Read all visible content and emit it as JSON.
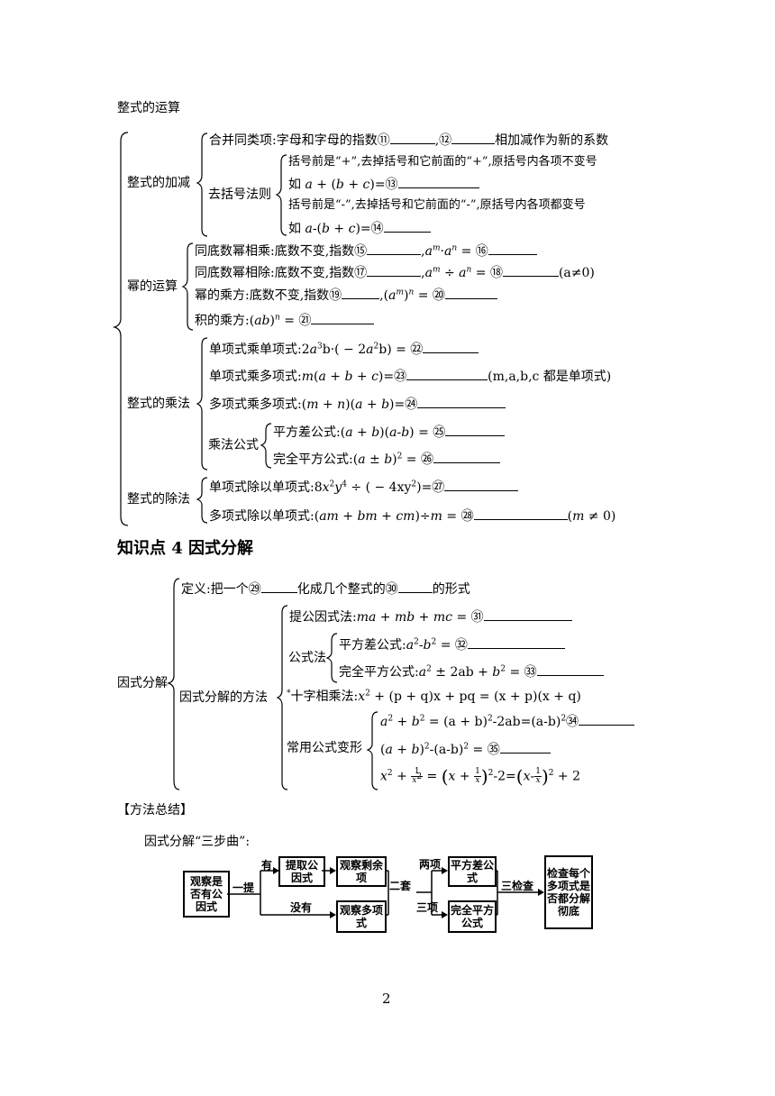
{
  "title": "整式的运算",
  "s1": {
    "add": {
      "label": "整式的加减",
      "r1": "合并同类项:字母和字母的指数⑪",
      "r1b": ",⑫",
      "r1c": "相加减作为新的系数",
      "bracket": "去括号法则",
      "b1": "括号前是“+”,去掉括号和它前面的“+”,原括号内各项不变号",
      "b2a": "如 ",
      "b3": "括号前是“-”,去掉括号和它前面的“-”,原括号内各项都变号",
      "b4a": "如 "
    },
    "pow": {
      "label": "幂的运算",
      "r1": "同底数幂相乘:底数不变,指数⑮",
      "r2": "同底数幂相除:底数不变,指数⑰",
      "r2end": "(a≠0)",
      "r3": "幂的乘方:底数不变,指数⑲",
      "r4": "积的乘方:"
    },
    "mul": {
      "label": "整式的乘法",
      "r1": "单项式乘单项式:",
      "r2": "单项式乘多项式:",
      "r2end": "(m,a,b,c 都是单项式)",
      "r3": "多项式乘多项式:",
      "sub": "乘法公式",
      "s1": "平方差公式:",
      "s2": "完全平方公式:"
    },
    "div": {
      "label": "整式的除法",
      "r1": "单项式除以单项式:",
      "r2": "多项式除以单项式:"
    }
  },
  "heading": "知识点 4  因式分解",
  "s2": {
    "label": "因式分解",
    "def_a": "定义:把一个㉙",
    "def_b": "化成几个整式的㉚",
    "def_c": "的形式",
    "methods": "因式分解的方法",
    "m1": "提公因式法:",
    "m2": "公式法",
    "m2a": "平方差公式:",
    "m2b": "完全平方公式:",
    "m3": "十字相乘法:",
    "m4": "常用公式变形"
  },
  "method_title": "【方法总结】",
  "three_steps": "因式分解“三步曲”:",
  "flow": {
    "b1": "观察是否有公因式",
    "b2": "提取公因式",
    "b3": "观察剩余项",
    "b4": "观察多项式",
    "b5": "平方差公式",
    "b6": "完全平方公式",
    "b7": "检查每个多项式是否都分解彻底",
    "l_you": "有",
    "l_yiti": "一提",
    "l_meiyou": "没有",
    "l_ertao": "二套",
    "l_liangxiang": "两项",
    "l_sanxiang": "三项",
    "l_sanjiancha": "三检查"
  },
  "page_number": "2"
}
